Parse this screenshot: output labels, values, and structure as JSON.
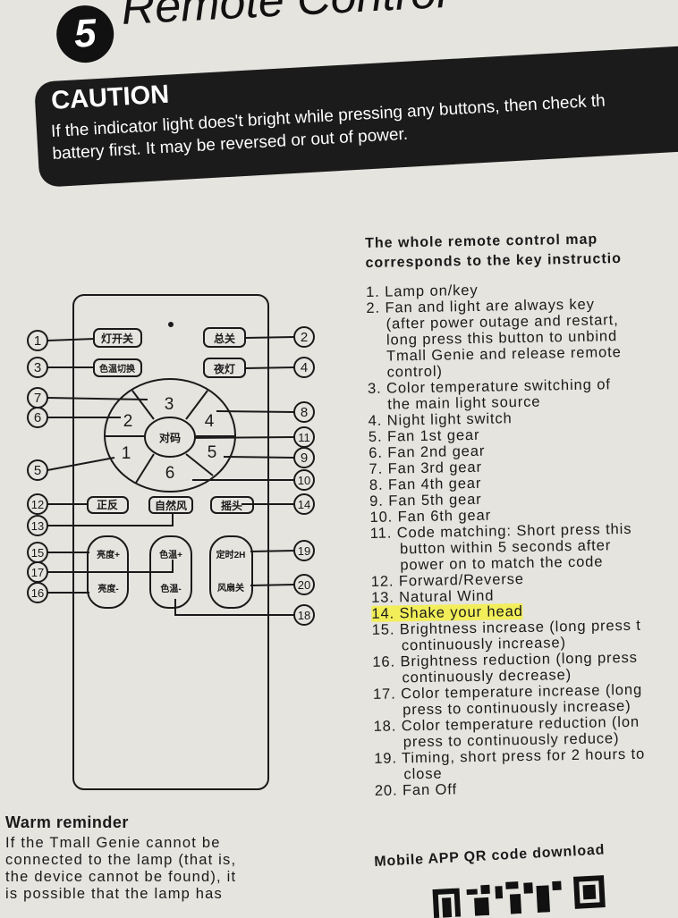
{
  "section": {
    "number": "5",
    "title": "Remote Control"
  },
  "caution": {
    "heading": "CAUTION",
    "text": "If the indicator light does't bright while pressing any buttons, then check th\nbattery first. It may be reversed or out of power."
  },
  "remote": {
    "buttons": {
      "lamp_switch": "灯开关",
      "master_off": "总关",
      "color_temp_switch": "色温切换",
      "night_light": "夜灯",
      "pair": "对码",
      "gear1": "1",
      "gear2": "2",
      "gear3": "3",
      "gear4": "4",
      "gear5": "5",
      "gear6": "6",
      "forward_reverse": "正反",
      "natural_wind": "自然风",
      "shake_head": "摇头",
      "brightness_up": "亮度+",
      "brightness_down": "亮度-",
      "color_temp_up": "色温+",
      "color_temp_down": "色温-",
      "timer_2h": "定时2H",
      "fan_off": "风扇关"
    },
    "callouts": [
      "1",
      "2",
      "3",
      "4",
      "5",
      "6",
      "7",
      "8",
      "9",
      "10",
      "11",
      "12",
      "13",
      "14",
      "15",
      "16",
      "17",
      "18",
      "19",
      "20"
    ]
  },
  "instructions": {
    "heading": "The whole remote control map\ncorresponds to the key instructio",
    "items": [
      "1. Lamp on/key",
      "2. Fan and light are always key\n    (after power outage and restart,\n    long press this button to unbind\n    Tmall Genie and release remote\n    control)",
      "3. Color temperature switching of\n    the main light source",
      "4. Night light switch",
      "5. Fan 1st gear",
      "6. Fan 2nd gear",
      "7. Fan 3rd gear",
      "8. Fan 4th gear",
      "9. Fan 5th gear",
      "10. Fan 6th gear",
      "11. Code matching: Short press this\n      button within 5 seconds after\n      power on to match the code",
      "12. Forward/Reverse",
      "13. Natural Wind",
      "14. Shake your head",
      "15. Brightness increase (long press t\n      continuously increase)",
      "16. Brightness reduction (long press\n      continuously decrease)",
      "17. Color temperature increase (long\n      press to continuously increase)",
      "18. Color temperature reduction (lon\n      press to continuously reduce)",
      "19. Timing, short press for 2 hours to\n      close",
      "20. Fan Off"
    ],
    "highlighted_index": 13
  },
  "warm_reminder": {
    "title": "Warm reminder",
    "text": "If the Tmall Genie cannot be\nconnected to the lamp (that is,\nthe device cannot be found), it\nis possible that the lamp has"
  },
  "qr": {
    "label": "Mobile APP QR code download"
  },
  "colors": {
    "highlight": "#f2ee5a",
    "banner": "#1b1b1b",
    "paper": "#e6e4df"
  }
}
